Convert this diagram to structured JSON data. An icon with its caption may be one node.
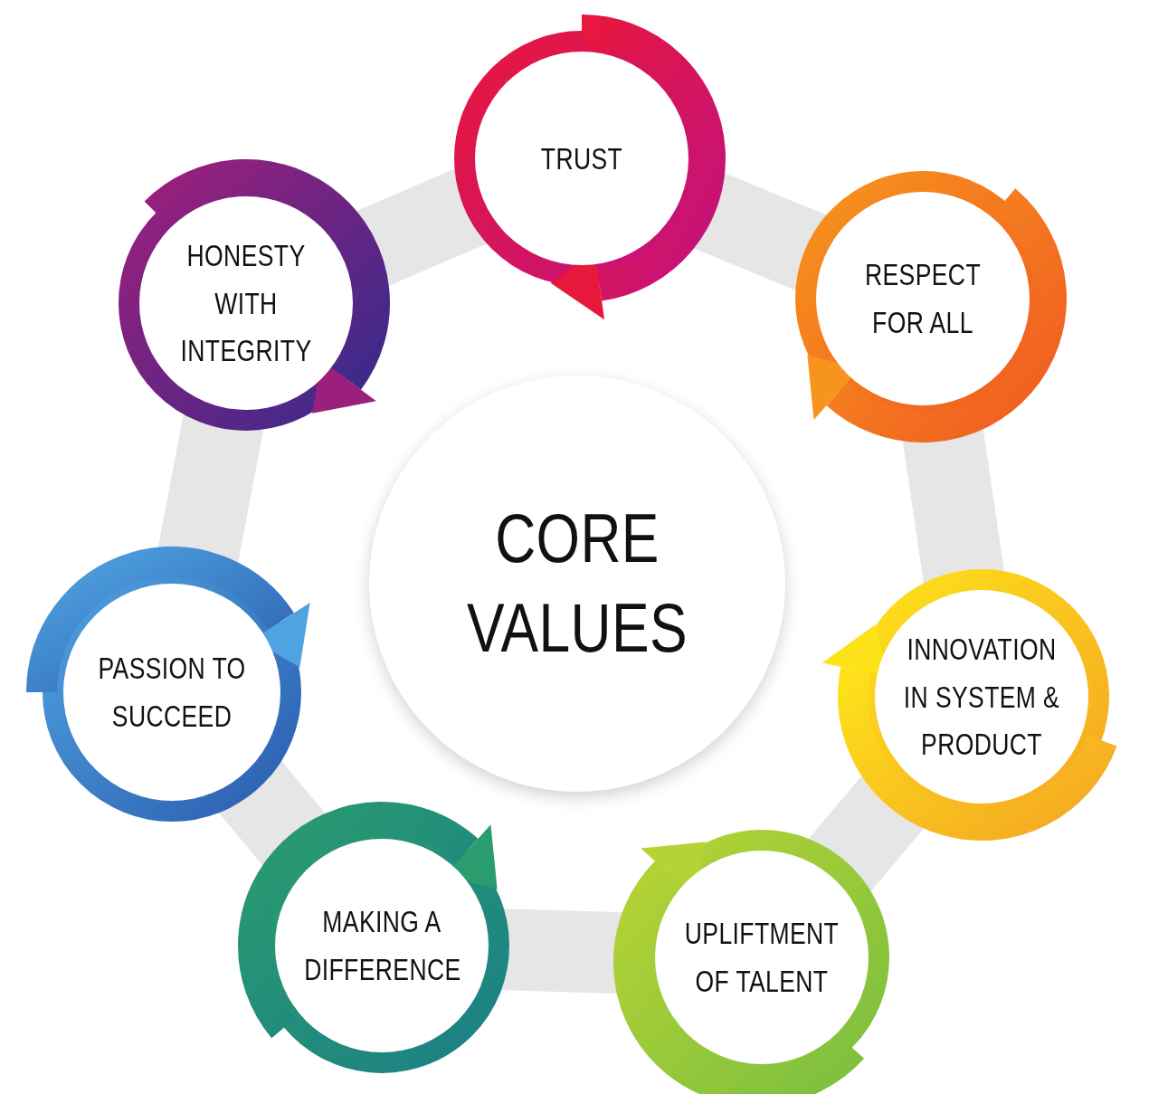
{
  "diagram": {
    "nodes": [
      {
        "text": [
          "CORE VALUES"
        ]
      },
      {
        "text": [
          "TRUST"
        ]
      },
      {
        "text": [
          "RESPECT FOR ALL"
        ]
      },
      {
        "text": [
          "INNOVATION IN SYSTEM & PRODUCT"
        ]
      },
      {
        "text": [
          "UPLIFTMENT OF TALENT"
        ]
      },
      {
        "text": [
          "MAKING A DIFFERENCE"
        ]
      },
      {
        "text": [
          "PASSION TO SUCCEED"
        ]
      },
      {
        "text": [
          "HONESTY WITH INTEGRITY"
        ]
      }
    ],
    "edges": []
  }
}
